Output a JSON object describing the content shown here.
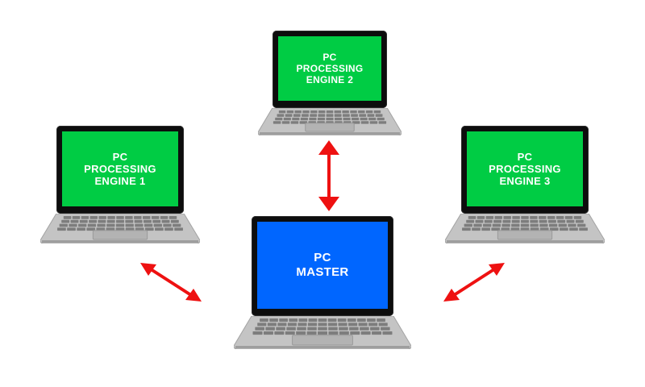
{
  "diagram": {
    "nodes": [
      {
        "id": "engine2",
        "label": "PC\nPROCESSING\nENGINE 2",
        "screen_color": "#00cc44"
      },
      {
        "id": "engine1",
        "label": "PC\nPROCESSING\nENGINE 1",
        "screen_color": "#00cc44"
      },
      {
        "id": "engine3",
        "label": "PC\nPROCESSING\nENGINE 3",
        "screen_color": "#00cc44"
      },
      {
        "id": "master",
        "label": "PC\nMASTER",
        "screen_color": "#0066ff"
      }
    ],
    "edges": [
      {
        "from": "master",
        "to": "engine2",
        "type": "bidirectional"
      },
      {
        "from": "master",
        "to": "engine1",
        "type": "bidirectional"
      },
      {
        "from": "master",
        "to": "engine3",
        "type": "bidirectional"
      }
    ],
    "arrow_color": "#ee1111",
    "icon": "laptop-icon"
  }
}
